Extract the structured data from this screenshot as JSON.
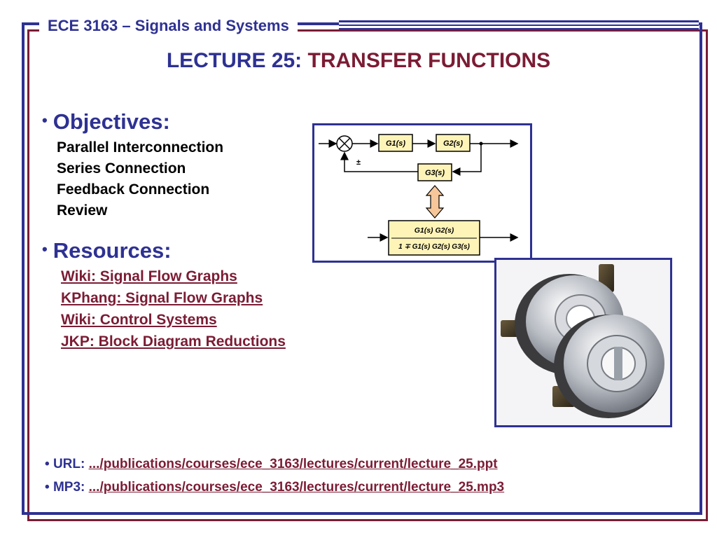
{
  "header": {
    "course_title": "ECE 3163 – Signals and Systems"
  },
  "title": {
    "prefix": "LECTURE 25: ",
    "topic": "TRANSFER FUNCTIONS"
  },
  "objectives": {
    "heading": "Objectives:",
    "items": [
      "Parallel Interconnection",
      "Series Connection",
      "Feedback Connection",
      "Review"
    ]
  },
  "resources": {
    "heading": "Resources:",
    "links": [
      "Wiki: Signal Flow Graphs",
      "KPhang: Signal Flow Graphs",
      "Wiki: Control Systems",
      "JKP: Block Diagram Reductions"
    ]
  },
  "footer": {
    "url_label": "URL: ",
    "url_link": ".../publications/courses/ece_3163/lectures/current/lecture_25.ppt",
    "mp3_label": "MP3: ",
    "mp3_link": ".../publications/courses/ece_3163/lectures/current/lecture_25.mp3"
  },
  "diagram": {
    "g1": "G1(s)",
    "g2": "G2(s)",
    "g3": "G3(s)",
    "sign": "±",
    "numerator": "G1(s) G2(s)",
    "denominator": "1 ∓ G1(s) G2(s) G3(s)"
  },
  "colors": {
    "navy": "#2e3192",
    "maroon": "#7b1c34",
    "block_fill": "#fff4b8",
    "arrow_fill": "#f7c79a"
  },
  "icons": {
    "bullet": "•",
    "image": "encoder-photo"
  }
}
